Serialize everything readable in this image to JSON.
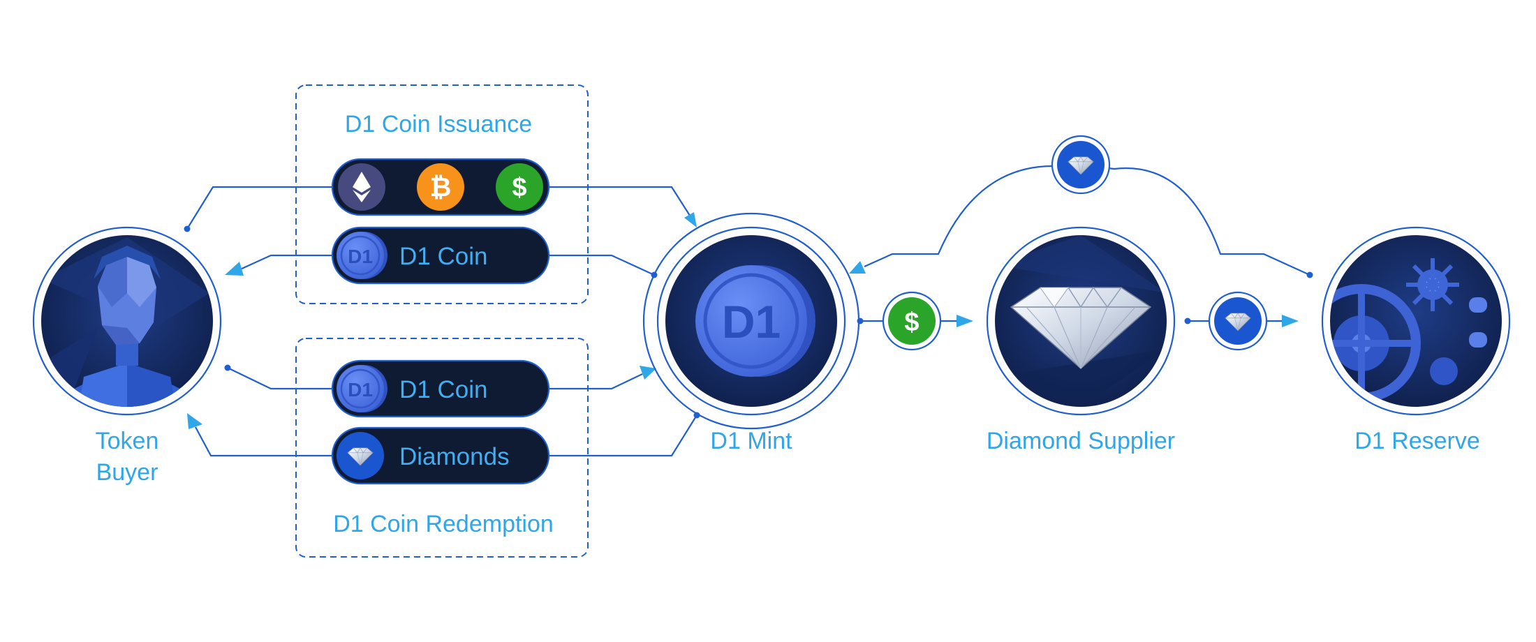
{
  "issuance": {
    "title": "D1 Coin Issuance",
    "currency_icons": [
      "ethereum-icon",
      "bitcoin-icon",
      "dollar-icon"
    ],
    "coin_pill_label": "D1 Coin"
  },
  "redemption": {
    "title": "D1 Coin Redemption",
    "coin_pill_label": "D1 Coin",
    "diamonds_pill_label": "Diamonds"
  },
  "nodes": {
    "buyer_line1": "Token",
    "buyer_line2": "Buyer",
    "mint": "D1 Mint",
    "mint_coin_text": "D1",
    "supplier": "Diamond Supplier",
    "reserve": "D1 Reserve"
  },
  "symbols": {
    "dollar": "$",
    "bitcoin": "₿",
    "coin_small": "D1"
  },
  "colors": {
    "accent_text": "#2ea6e8",
    "line": "#1f5fd0",
    "pill_bg": "#0f1a33",
    "node_bg": "#13275a",
    "coin_blue": "#4d77ee",
    "eth_bg": "#474a7e",
    "btc_bg": "#f7931a",
    "usd_bg": "#2aa52a"
  }
}
